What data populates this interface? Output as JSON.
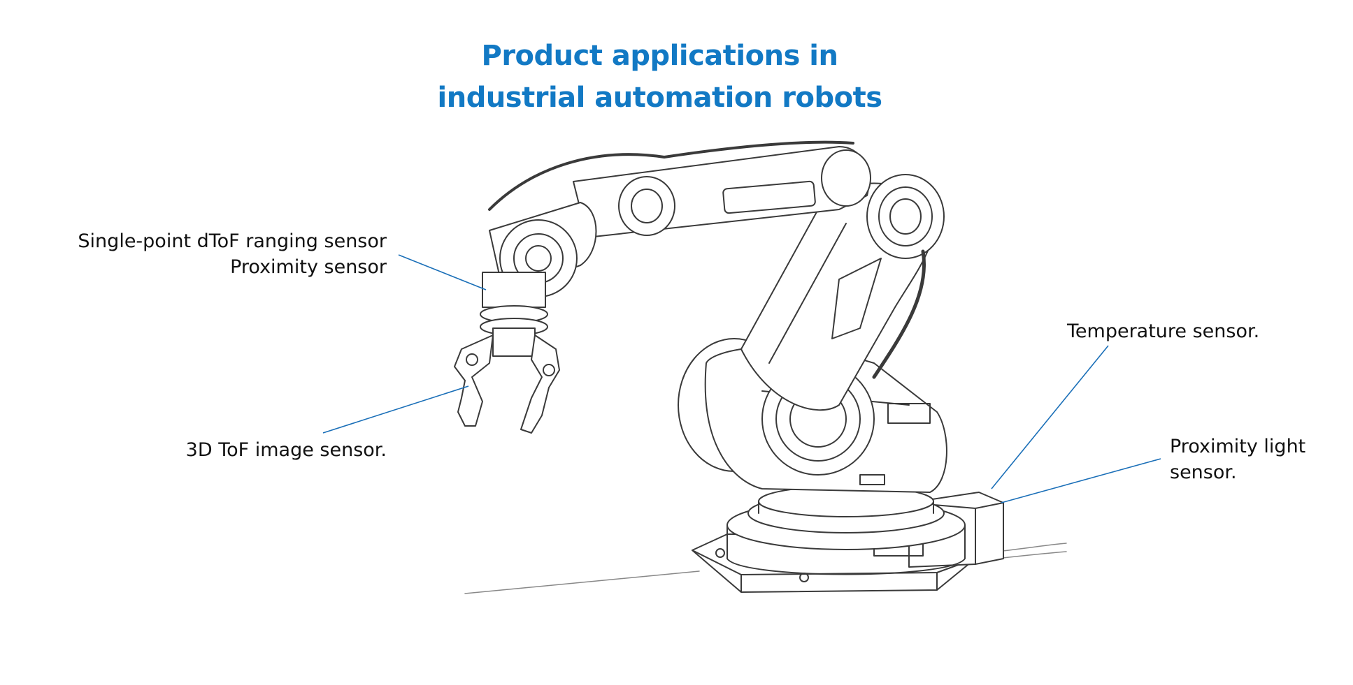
{
  "title": {
    "line1": "Product applications in",
    "line2": "industrial automation robots"
  },
  "labels": {
    "single_point_dtof": "Single-point dToF ranging sensor",
    "proximity": "Proximity sensor",
    "tof_3d": "3D ToF image sensor.",
    "temperature": "Temperature sensor.",
    "proximity_light_line1": "Proximity light",
    "proximity_light_line2": "sensor."
  },
  "colors": {
    "title": "#1279c4",
    "callout_line": "#1a6fb8",
    "drawing_stroke": "#3a3a3a"
  }
}
